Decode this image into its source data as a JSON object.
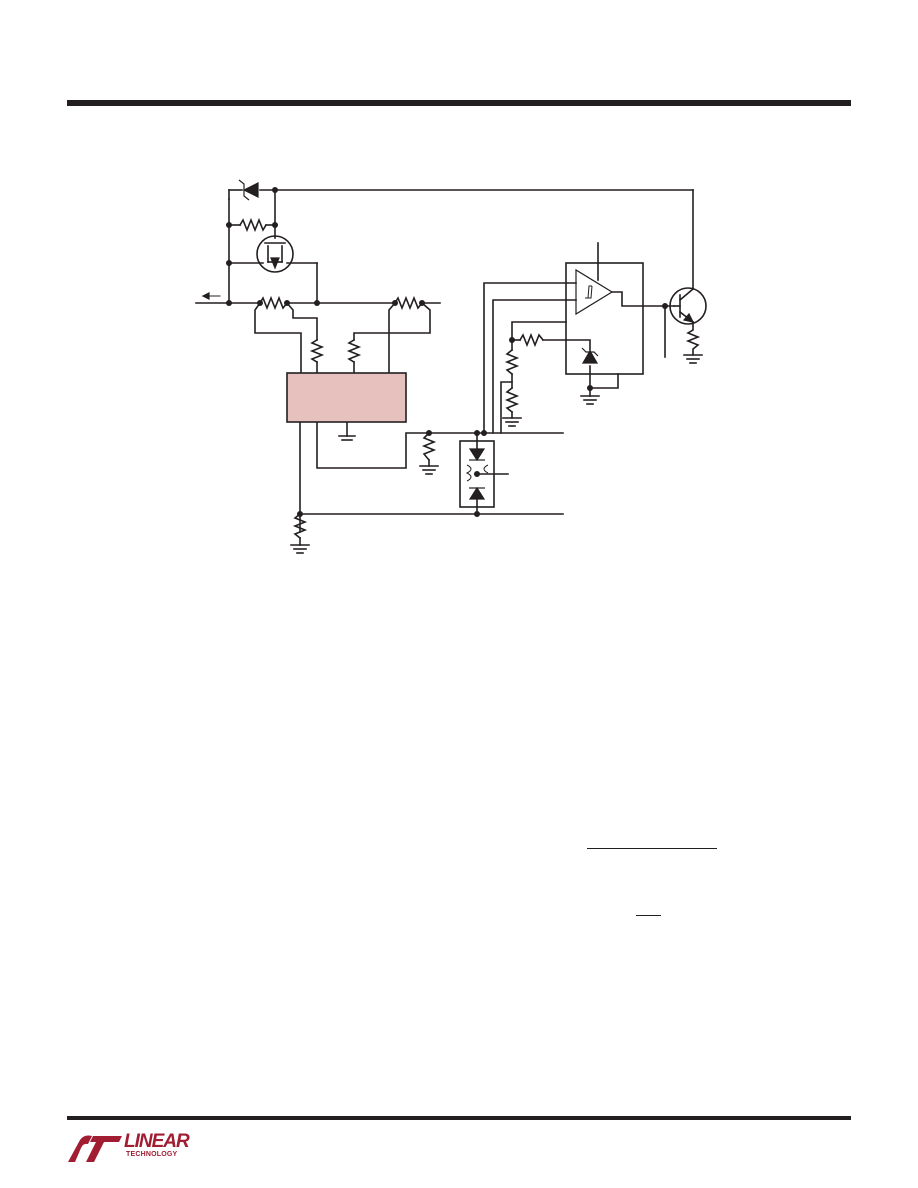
{
  "colors": {
    "ink": "#231f20",
    "ic_fill": "#e6c1bd",
    "logo": "#a11d32"
  },
  "logo": {
    "name": "Linear Technology",
    "word1": "LINEAR",
    "word2": "TECHNOLOGY"
  },
  "icons": [
    "lt-logo-icon"
  ]
}
